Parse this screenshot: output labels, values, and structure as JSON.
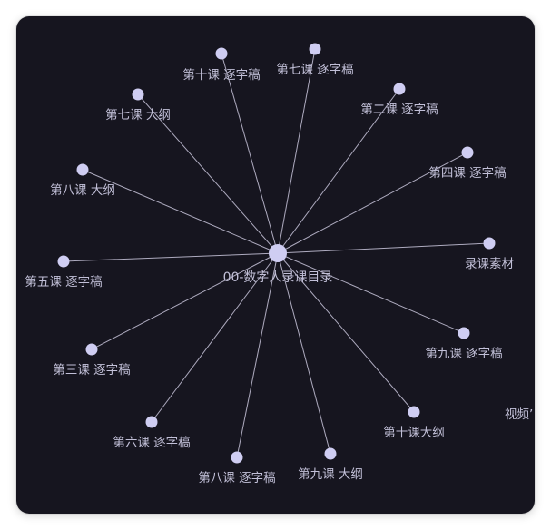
{
  "colors": {
    "background": "#16151f",
    "edge": "#c9c6dc",
    "node": "#cfcdf2",
    "label": "#c2c0d8"
  },
  "graph": {
    "center": {
      "label": "00-数字人录课目录"
    },
    "nodes": [
      {
        "id": "n1",
        "label": "第十课 逐字稿"
      },
      {
        "id": "n2",
        "label": "第七课 逐字稿"
      },
      {
        "id": "n3",
        "label": "第二课 逐字稿"
      },
      {
        "id": "n4",
        "label": "第七课 大纲"
      },
      {
        "id": "n5",
        "label": "第四课 逐字稿"
      },
      {
        "id": "n6",
        "label": "第八课 大纲"
      },
      {
        "id": "n7",
        "label": "录课素材"
      },
      {
        "id": "n8",
        "label": "第五课 逐字稿"
      },
      {
        "id": "n9",
        "label": "第九课 逐字稿"
      },
      {
        "id": "n10",
        "label": "第三课 逐字稿"
      },
      {
        "id": "n11",
        "label": "第十课大纲"
      },
      {
        "id": "n12",
        "label": "第六课 逐字稿"
      },
      {
        "id": "n13",
        "label": "第八课 逐字稿"
      },
      {
        "id": "n14",
        "label": "第九课 大纲"
      }
    ],
    "floating_label": "视频’"
  }
}
